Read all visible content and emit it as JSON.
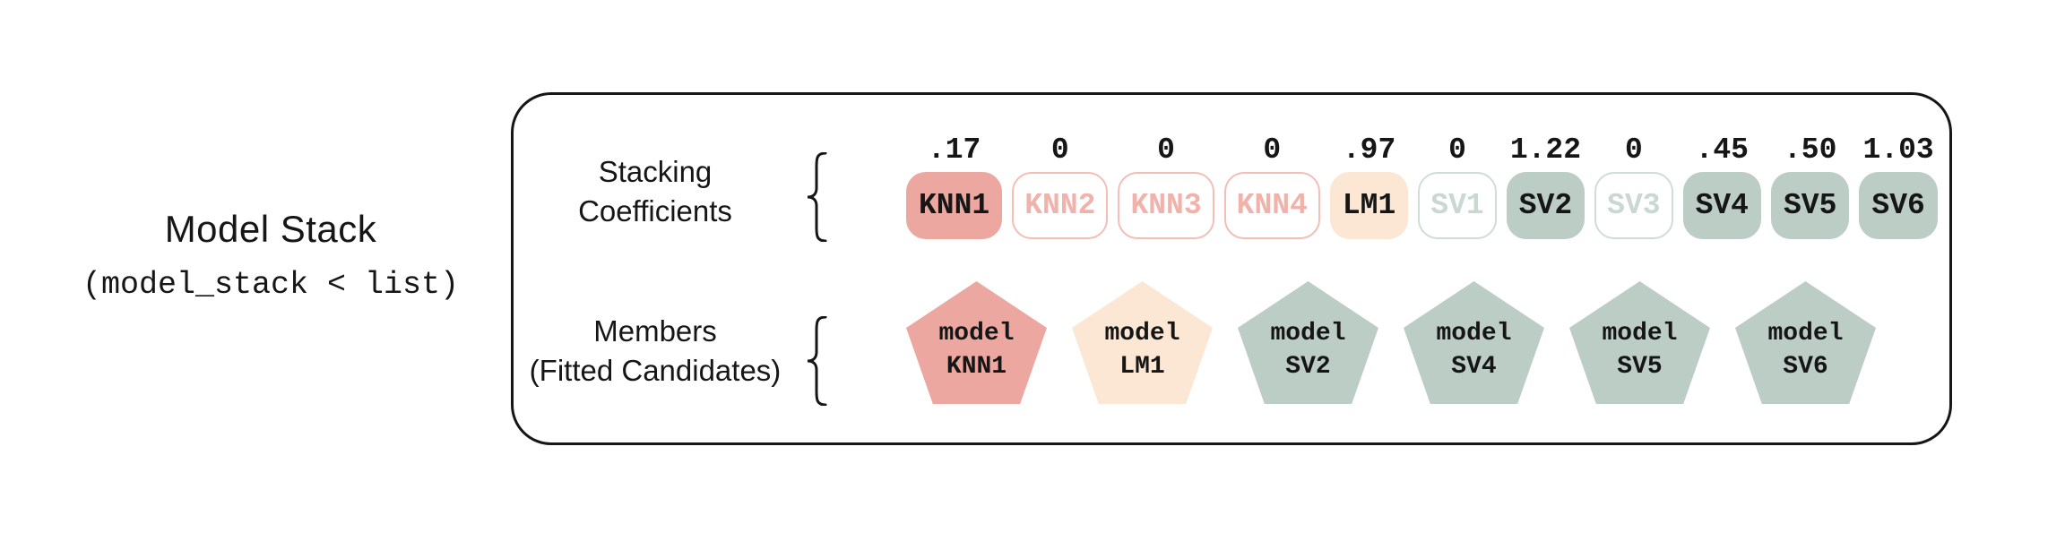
{
  "title": {
    "main": "Model Stack",
    "code": "(model_stack < list)"
  },
  "panel": {
    "stacking_label": {
      "line1": "Stacking",
      "line2": "Coefficients"
    },
    "members_label": {
      "line1": "Members",
      "line2": "(Fitted Candidates)"
    },
    "coefficients": [
      {
        "value": ".17",
        "name": "KNN1",
        "style": "salmon-filled"
      },
      {
        "value": "0",
        "name": "KNN2",
        "style": "pink-outline"
      },
      {
        "value": "0",
        "name": "KNN3",
        "style": "pink-outline"
      },
      {
        "value": "0",
        "name": "KNN4",
        "style": "pink-outline"
      },
      {
        "value": ".97",
        "name": "LM1",
        "style": "cream-filled"
      },
      {
        "value": "0",
        "name": "SV1",
        "style": "sage-outline"
      },
      {
        "value": "1.22",
        "name": "SV2",
        "style": "sage-filled"
      },
      {
        "value": "0",
        "name": "SV3",
        "style": "sage-outline"
      },
      {
        "value": ".45",
        "name": "SV4",
        "style": "sage-filled"
      },
      {
        "value": ".50",
        "name": "SV5",
        "style": "sage-filled"
      },
      {
        "value": "1.03",
        "name": "SV6",
        "style": "sage-filled"
      }
    ],
    "members": [
      {
        "line1": "model",
        "line2": "KNN1",
        "style": "salmon"
      },
      {
        "line1": "model",
        "line2": "LM1",
        "style": "cream"
      },
      {
        "line1": "model",
        "line2": "SV2",
        "style": "sage"
      },
      {
        "line1": "model",
        "line2": "SV4",
        "style": "sage"
      },
      {
        "line1": "model",
        "line2": "SV5",
        "style": "sage"
      },
      {
        "line1": "model",
        "line2": "SV6",
        "style": "sage"
      }
    ]
  },
  "colors": {
    "ink": "#161616",
    "salmon": "#ECA8A0",
    "pink_border": "#F4BDB5",
    "pink_text": "#F0B2AA",
    "cream": "#FBE7D3",
    "sage": "#BCCDC5",
    "sage_border": "#CEDDD6",
    "sage_text": "#C9D8D0"
  }
}
